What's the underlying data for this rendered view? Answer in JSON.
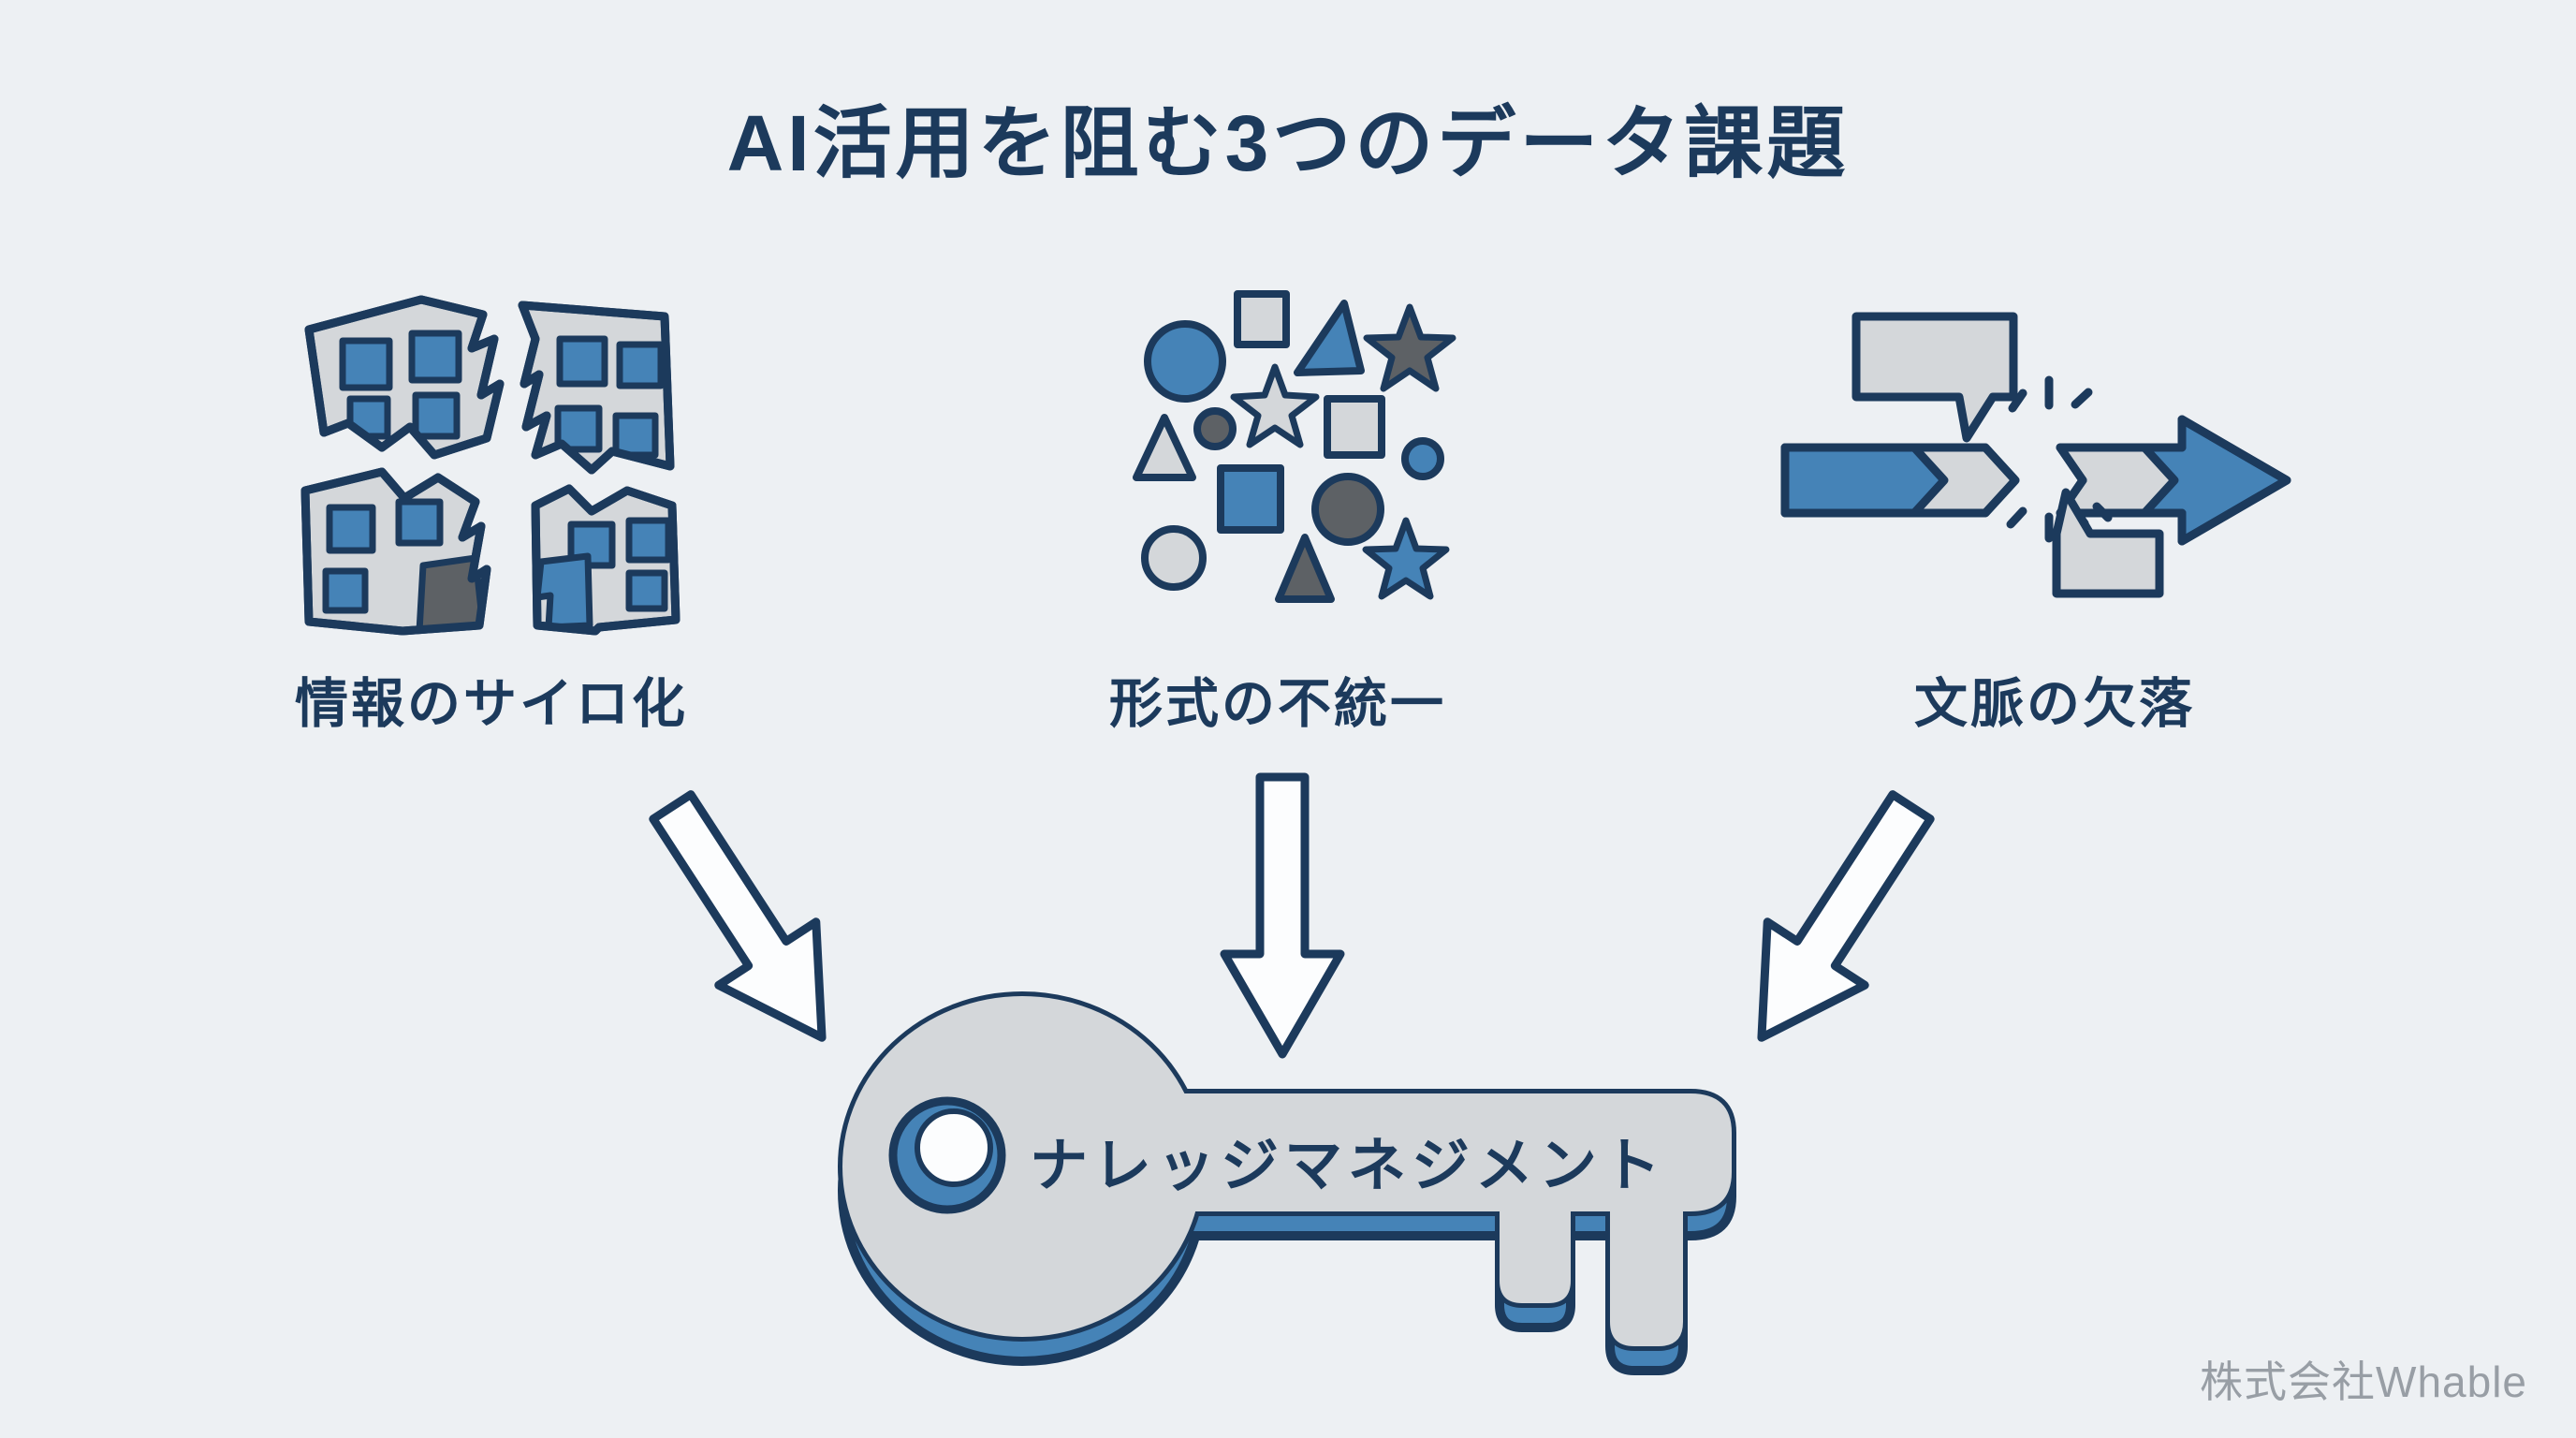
{
  "title": "AI活用を阻む3つのデータ課題",
  "palette": {
    "background": "#edf0f3",
    "navy": "#1c3a5c",
    "blue": "#4583b7",
    "light_gray": "#d4d7da",
    "dark_gray": "#5d6165",
    "white": "#fcfdfe",
    "footer_gray": "#989ea5"
  },
  "challenges": [
    {
      "label": "情報のサイロ化",
      "icon": "broken-building-icon"
    },
    {
      "label": "形式の不統一",
      "icon": "mixed-shapes-icon"
    },
    {
      "label": "文脈の欠落",
      "icon": "broken-arrow-icon"
    }
  ],
  "solution": {
    "key_label": "ナレッジマネジメント",
    "icon": "key-icon"
  },
  "footer": {
    "company": "株式会社Whable"
  }
}
